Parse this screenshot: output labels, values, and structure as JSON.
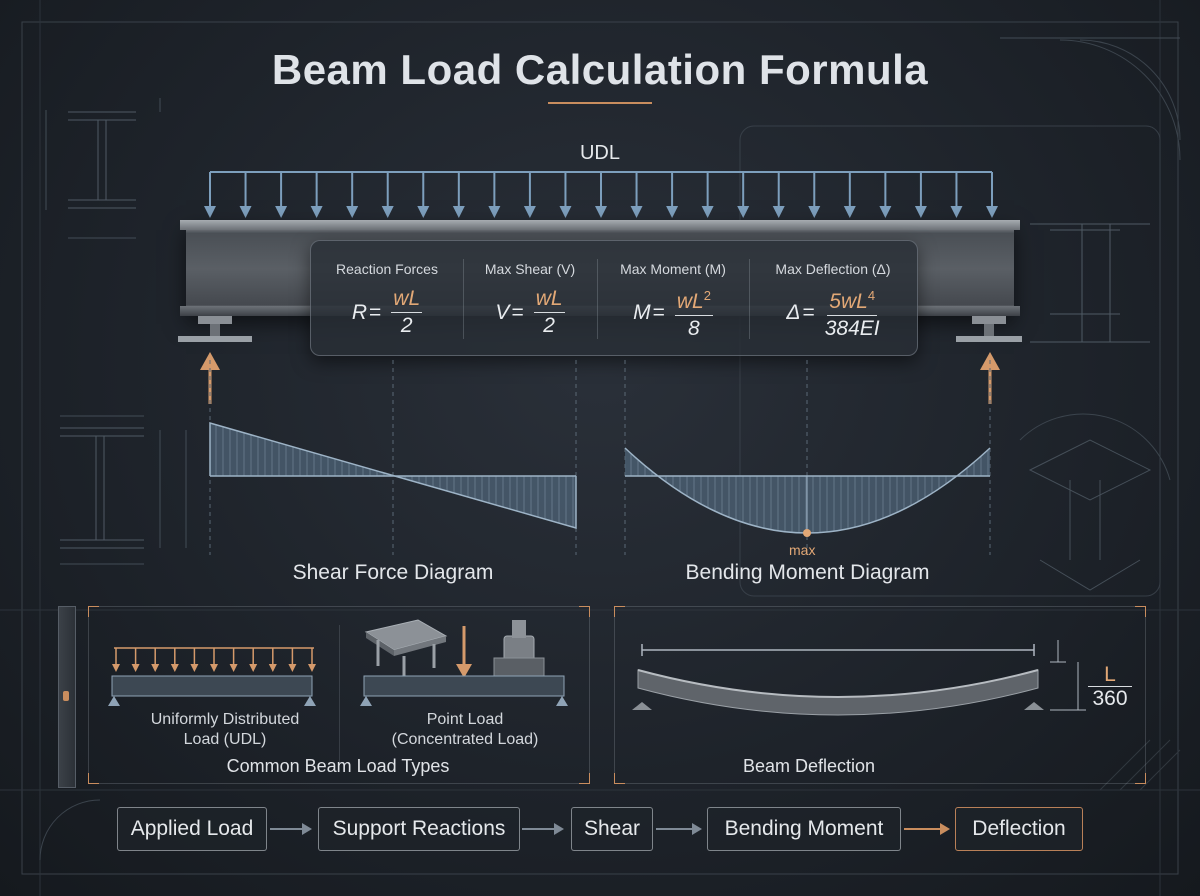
{
  "title": "Beam Load Calculation Formula",
  "udl_label": "UDL",
  "formulas": [
    {
      "label": "Reaction Forces",
      "lhs": "R",
      "num": "wL",
      "num_sup": "",
      "den": "2"
    },
    {
      "label": "Max Shear (V)",
      "lhs": "V",
      "num": "wL",
      "num_sup": "",
      "den": "2"
    },
    {
      "label": "Max Moment (M)",
      "lhs": "M",
      "num": "wL",
      "num_sup": "2",
      "den": "8"
    },
    {
      "label": "Max Deflection (Δ)",
      "lhs": "Δ",
      "num": "5wL",
      "num_sup": "4",
      "den": "384EI"
    }
  ],
  "diagrams": {
    "shear_caption": "Shear Force Diagram",
    "moment_caption": "Bending Moment Diagram",
    "max_label": "max"
  },
  "load_types": {
    "udl_text_1": "Uniformly Distributed",
    "udl_text_2": "Load (UDL)",
    "point_text_1": "Point Load",
    "point_text_2": "(Concentrated Load)",
    "caption": "Common Beam Load Types"
  },
  "deflection": {
    "caption": "Beam Deflection",
    "limit_num": "L",
    "limit_den": "360"
  },
  "flow": [
    "Applied Load",
    "Support Reactions",
    "Shear",
    "Bending Moment",
    "Deflection"
  ],
  "colors": {
    "accent": "#c98d5e",
    "load_arrow": "#7d9fbd",
    "diagram_line": "#9db3c6",
    "diagram_fill": "#4f6478"
  }
}
